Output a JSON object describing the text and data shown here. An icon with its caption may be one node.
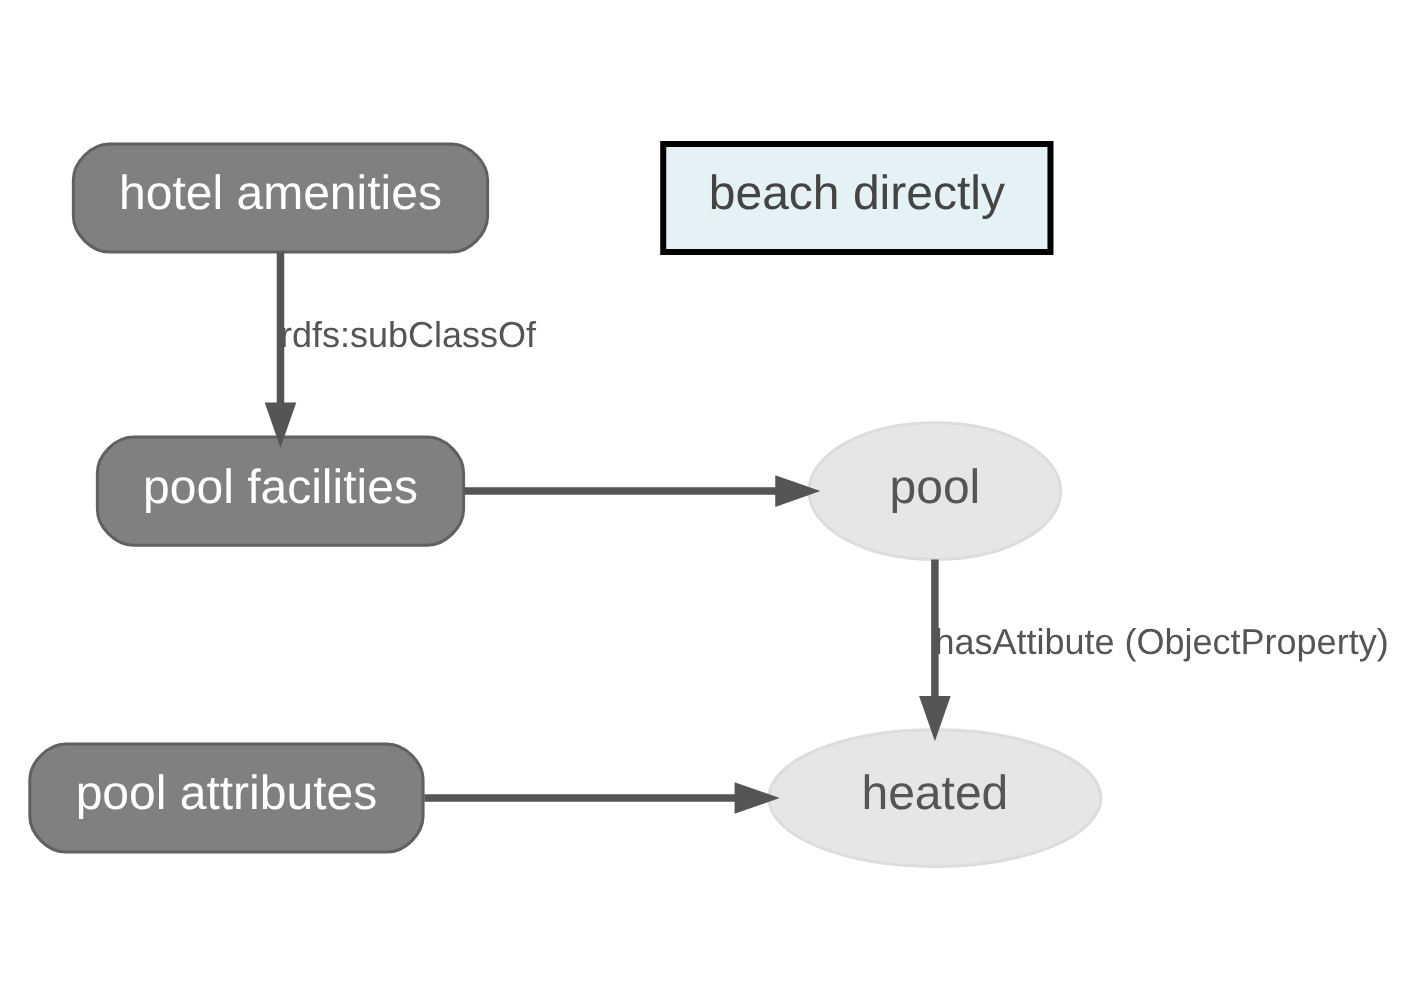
{
  "diagram": {
    "nodes": [
      {
        "text": [
          "hotel amenities"
        ]
      },
      {
        "text": [
          "pool facilities"
        ]
      },
      {
        "text": [
          "pool"
        ]
      },
      {
        "text": [
          "pool attributes"
        ]
      },
      {
        "text": [
          "heated"
        ]
      },
      {
        "text": [
          "beach directly"
        ]
      }
    ],
    "edges": [
      {
        "from": 0,
        "to": 1,
        "arrow": "to",
        "label": "rdfs:subClassOf"
      },
      {
        "from": 1,
        "to": 2,
        "arrow": "to"
      },
      {
        "from": 2,
        "to": 4,
        "arrow": "to",
        "label": "hasAttibute (ObjectProperty)"
      },
      {
        "from": 3,
        "to": 4,
        "arrow": "to"
      }
    ]
  }
}
